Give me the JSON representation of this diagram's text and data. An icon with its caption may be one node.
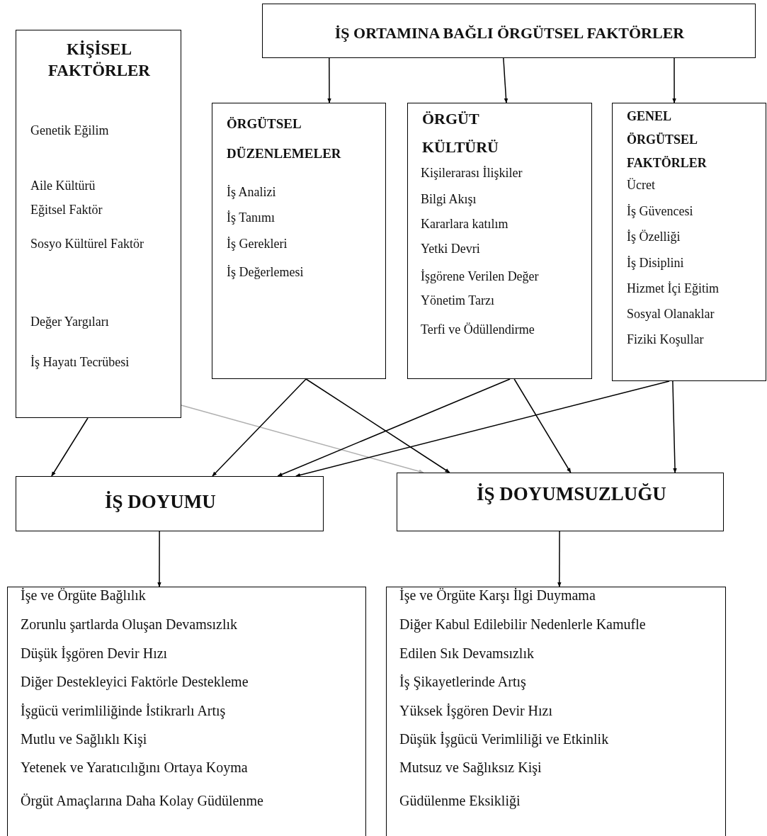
{
  "diagram": {
    "nodes": [
      {
        "text": [
          "İŞ ORTAMINA BAĞLI ÖRGÜTSEL FAKTÖRLER"
        ]
      },
      {
        "text": [
          "KİŞİSEL FAKTÖRLER",
          "Genetik Eğilim",
          "Aile Kültürü",
          "Eğitsel Faktör",
          "Sosyo Kültürel Faktör",
          "Değer Yargıları",
          "İş Hayatı Tecrübesi"
        ]
      },
      {
        "text": [
          "ÖRGÜTSEL DÜZENLEMELER",
          "İş Analizi",
          "İş Tanımı",
          "İş Gerekleri",
          "İş Değerlemesi"
        ]
      },
      {
        "text": [
          "ÖRGÜT KÜLTÜRÜ",
          "Kişilerarası İlişkiler",
          "Bilgi Akışı",
          "Kararlara katılım",
          "Yetki Devri",
          "İşgörene Verilen Değer",
          "Yönetim Tarzı",
          "Terfi ve Ödüllendirme"
        ]
      },
      {
        "text": [
          "GENEL ÖRGÜTSEL FAKTÖRLER",
          "Ücret",
          "İş Güvencesi",
          "İş Özelliği",
          "İş Disiplini",
          "Hizmet İçi Eğitim",
          "Sosyal Olanaklar",
          "Fiziki Koşullar"
        ]
      },
      {
        "text": [
          "İŞ DOYUMU"
        ]
      },
      {
        "text": [
          "İŞ DOYUMSUZLUĞU"
        ]
      },
      {
        "text": [
          "İşe ve Örgüte Bağlılık",
          "Zorunlu şartlarda Oluşan Devamsızlık",
          "Düşük İşgören Devir Hızı",
          "Diğer Destekleyici Faktörle Destekleme",
          "İşgücü verimliliğinde İstikrarlı Artış",
          "Mutlu ve Sağlıklı Kişi",
          "Yetenek ve Yaratıcılığını Ortaya Koyma",
          "Örgüt Amaçlarına Daha Kolay Güdülenme"
        ]
      },
      {
        "text": [
          "İşe ve Örgüte Karşı İlgi Duymama",
          "Diğer Kabul Edilebilir Nedenlerle Kamufle",
          "Edilen Sık Devamsızlık",
          "İş Şikayetlerinde Artış",
          "Yüksek İşgören Devir Hızı",
          "Düşük İşgücü Verimliliği ve Etkinlik",
          "Mutsuz ve Sağlıksız Kişi",
          "Güdülenme Eksikliği"
        ]
      }
    ],
    "edges": [
      {
        "from": 0,
        "to": 2,
        "arrow": "to"
      },
      {
        "from": 0,
        "to": 3,
        "arrow": "to"
      },
      {
        "from": 0,
        "to": 4,
        "arrow": "to"
      },
      {
        "from": 1,
        "to": 5,
        "arrow": "to"
      },
      {
        "from": 1,
        "to": 6,
        "arrow": "to",
        "color": "#b0b0b0"
      },
      {
        "from": 2,
        "to": 5,
        "arrow": "to"
      },
      {
        "from": 2,
        "to": 6,
        "arrow": "to"
      },
      {
        "from": 3,
        "to": 5,
        "arrow": "to"
      },
      {
        "from": 3,
        "to": 6,
        "arrow": "to"
      },
      {
        "from": 4,
        "to": 5,
        "arrow": "to"
      },
      {
        "from": 4,
        "to": 6,
        "arrow": "to"
      },
      {
        "from": 5,
        "to": 7,
        "arrow": "to"
      },
      {
        "from": 6,
        "to": 8,
        "arrow": "to"
      }
    ]
  }
}
